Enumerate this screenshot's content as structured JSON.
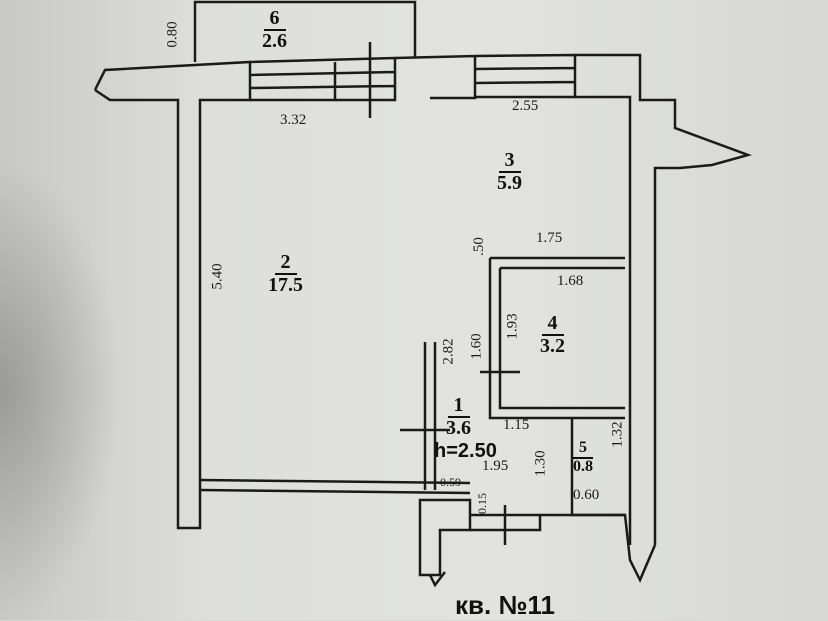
{
  "title": "кв. №11",
  "ceiling_height": "h=2.50",
  "rooms": [
    {
      "number": "1",
      "area": "3.6"
    },
    {
      "number": "2",
      "area": "17.5"
    },
    {
      "number": "3",
      "area": "5.9"
    },
    {
      "number": "4",
      "area": "3.2"
    },
    {
      "number": "5",
      "area": "0.8"
    },
    {
      "number": "6",
      "area": "2.6"
    }
  ],
  "dimensions": {
    "d080": "0.80",
    "d332": "3.32",
    "d255": "2.55",
    "d540": "5.40",
    "d050": ".50",
    "d175": "1.75",
    "d168": "1.68",
    "d193": "1.93",
    "d160": "1.60",
    "d282": "2.82",
    "d115": "1.15",
    "d130": "1.30",
    "d132": "1.32",
    "d195": "1.95",
    "d059": "0.59",
    "d015": "0.15",
    "d060": "0.60"
  }
}
